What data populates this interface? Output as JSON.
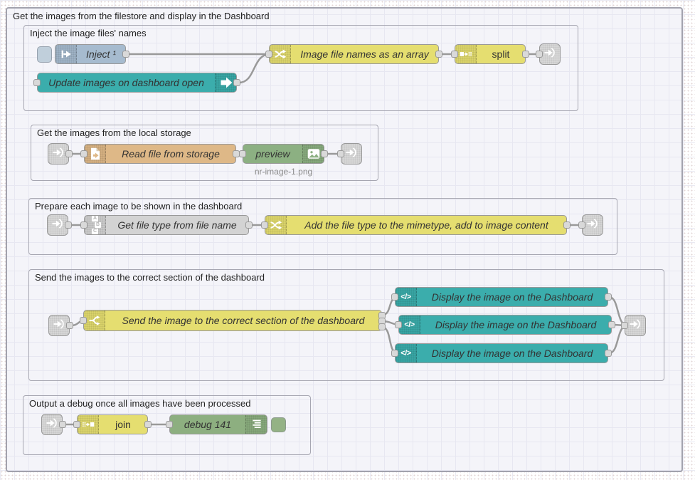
{
  "outer_group": {
    "title": "Get the images from the filestore and display in the Dashboard"
  },
  "groups": [
    {
      "title": "Inject the image files' names"
    },
    {
      "title": "Get the images from the local storage"
    },
    {
      "title": "Prepare each image to be shown in the dashboard"
    },
    {
      "title": "Send the images to the correct section of the dashboard"
    },
    {
      "title": "Output a debug once all images have been processed"
    }
  ],
  "nodes": {
    "inject": {
      "label": "Inject ¹",
      "color": "#a6bbcf",
      "icon": "inject-icon"
    },
    "update_images": {
      "label": "Update images on dashboard open",
      "color": "#3badac",
      "icon": "arrow-right-icon"
    },
    "filenames_array": {
      "label": "Image file names as an array",
      "color": "#e5de70",
      "icon": "shuffle-icon"
    },
    "split": {
      "label": "split",
      "color": "#e5de70",
      "icon": "split-icon"
    },
    "read_file": {
      "label": "Read file from storage",
      "color": "#deb887",
      "icon": "file-icon"
    },
    "preview": {
      "label": "preview",
      "color": "#8cb082",
      "icon": "image-icon",
      "status": "nr-image-1.png"
    },
    "get_file_type": {
      "label": "Get file type from file name",
      "color": "#d3d3d3",
      "icon": "abc-icon"
    },
    "add_mimetype": {
      "label": "Add the file type to the mimetype, add to image content",
      "color": "#e5de70",
      "icon": "shuffle-icon"
    },
    "switch_send": {
      "label": "Send the image to the correct section of the dashboard",
      "color": "#e5de70",
      "icon": "switch-icon"
    },
    "display_1": {
      "label": "Display the image on the Dashboard",
      "color": "#3badac",
      "icon": "code-icon"
    },
    "display_2": {
      "label": "Display the image on the Dashboard",
      "color": "#3badac",
      "icon": "code-icon"
    },
    "display_3": {
      "label": "Display the image on the Dashboard",
      "color": "#3badac",
      "icon": "code-icon"
    },
    "join": {
      "label": "join",
      "color": "#e5de70",
      "icon": "join-icon"
    },
    "debug": {
      "label": "debug 141",
      "color": "#8daf80",
      "icon": "debug-icon"
    }
  },
  "glyphs": {
    "code": "</>",
    "a": "A",
    "b": "B",
    "c": "C"
  }
}
